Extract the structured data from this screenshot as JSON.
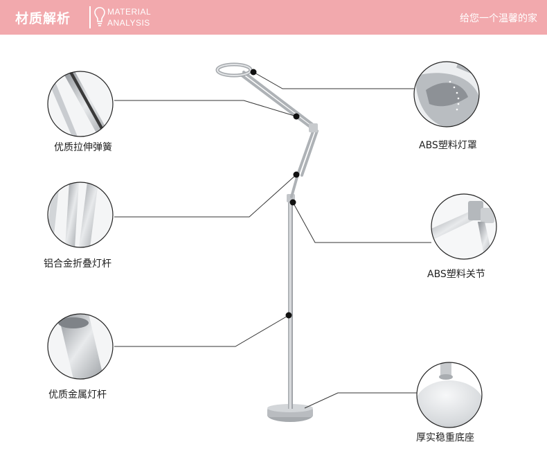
{
  "header": {
    "title": "材质解析",
    "en_line1": "MATERIAL",
    "en_line2": "ANALYSIS",
    "slogan": "给您一个温馨的家",
    "bg_color": "#f2a9ad"
  },
  "parts": {
    "spring": "优质拉伸弹簧",
    "tube": "铝合金折叠灯杆",
    "metal_rod": "优质金属灯杆",
    "shade": "ABS塑料灯罩",
    "joint": "ABS塑料关节",
    "base": "厚实稳重底座"
  },
  "icons": [
    "lightbulb-icon"
  ]
}
